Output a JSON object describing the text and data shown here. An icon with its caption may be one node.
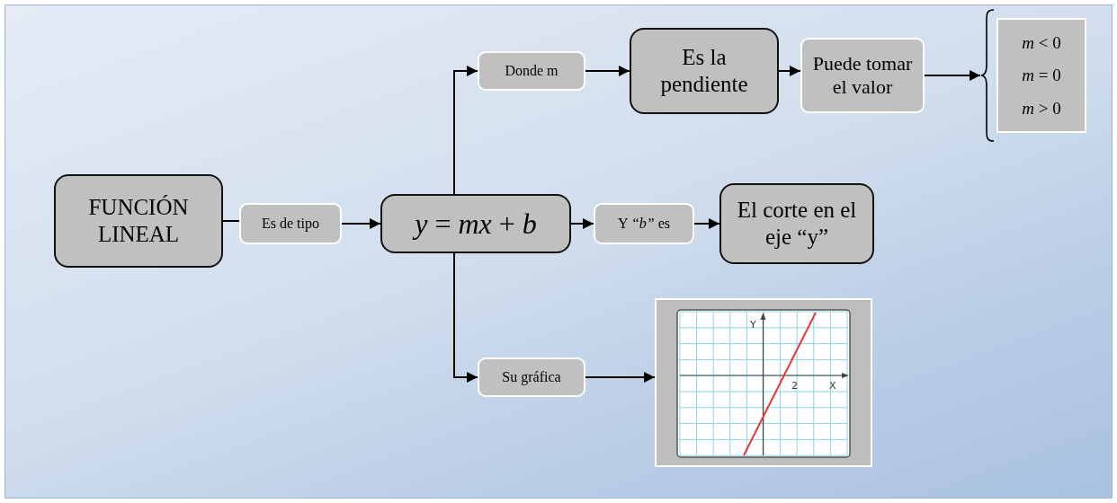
{
  "diagram": {
    "nodes": [
      {
        "text": [
          "FUNCIÓN LINEAL"
        ]
      },
      {
        "text": [
          "Es de tipo"
        ]
      },
      {
        "text": [
          "*y* = *mx* + *b*"
        ]
      },
      {
        "text": [
          "Donde m"
        ]
      },
      {
        "text": [
          "Es la pendiente"
        ]
      },
      {
        "text": [
          "Puede tomar el valor"
        ]
      },
      {
        "text": [
          "*m* < 0",
          "*m* = 0",
          "*m* > 0"
        ]
      },
      {
        "text": [
          "Y *“b”* es"
        ]
      },
      {
        "text": [
          "El corte en el eje “y”"
        ]
      },
      {
        "text": [
          "Su gráfica"
        ]
      },
      {
        "text": [],
        "shape": "picture"
      }
    ],
    "edges": [
      {
        "from": 0,
        "to": 1,
        "arrow": "none"
      },
      {
        "from": 1,
        "to": 2,
        "arrow": "to"
      },
      {
        "from": 2,
        "to": 3,
        "arrow": "to"
      },
      {
        "from": 3,
        "to": 4,
        "arrow": "to"
      },
      {
        "from": 4,
        "to": 5,
        "arrow": "to"
      },
      {
        "from": 5,
        "to": 6,
        "arrow": "to"
      },
      {
        "from": 2,
        "to": 7,
        "arrow": "to"
      },
      {
        "from": 7,
        "to": 8,
        "arrow": "to"
      },
      {
        "from": 2,
        "to": 9,
        "arrow": "to"
      },
      {
        "from": 9,
        "to": 10,
        "arrow": "to"
      }
    ],
    "labels": [
      "Y",
      "2",
      "X"
    ]
  }
}
